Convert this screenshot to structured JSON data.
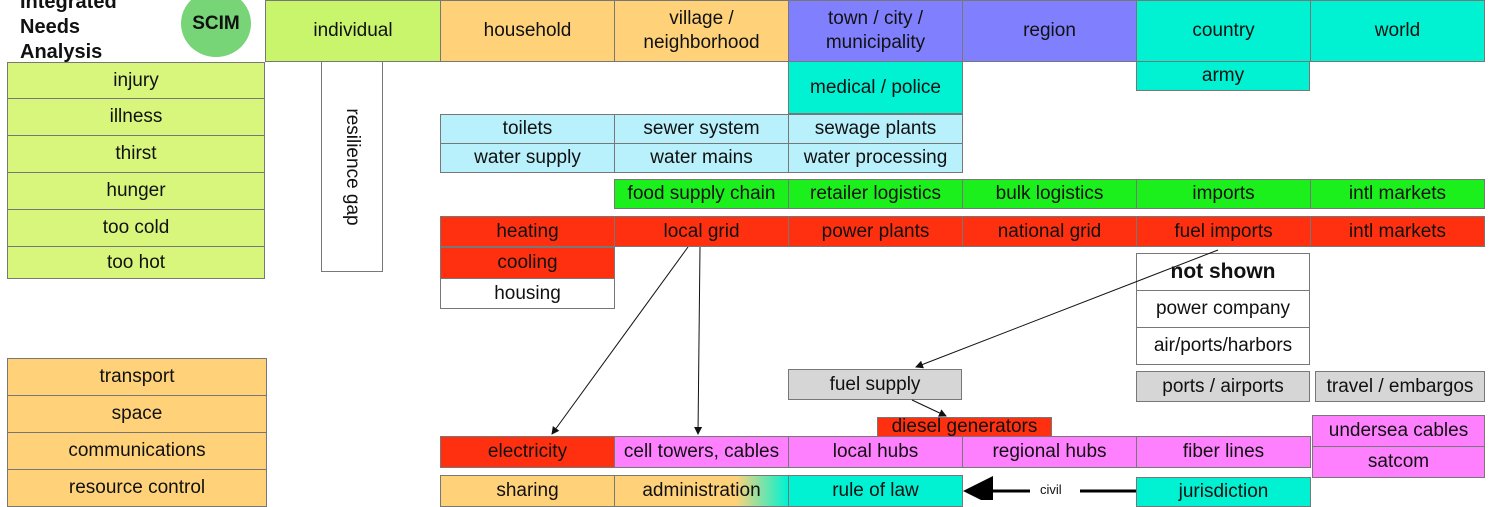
{
  "title": [
    "Integrated",
    "Needs",
    "Analysis"
  ],
  "badge": "SCIM",
  "columns": [
    "individual",
    "household",
    "village / neighborhood",
    "town / city / municipality",
    "region",
    "country",
    "world"
  ],
  "needs": [
    "injury",
    "illness",
    "thirst",
    "hunger",
    "too cold",
    "too hot"
  ],
  "resources": [
    "transport",
    "space",
    "communications",
    "resource control"
  ],
  "resilience_gap": "resilience gap",
  "medical": {
    "army": "army",
    "medical_police": "medical / police"
  },
  "water": {
    "toilets": "toilets",
    "sewer_system": "sewer system",
    "sewage_plants": "sewage plants",
    "water_supply": "water supply",
    "water_mains": "water mains",
    "water_processing": "water processing"
  },
  "food": [
    "food supply chain",
    "retailer logistics",
    "bulk logistics",
    "imports",
    "intl markets"
  ],
  "energy": [
    "heating",
    "local grid",
    "power plants",
    "national grid",
    "fuel imports",
    "intl markets"
  ],
  "cooling": "cooling",
  "housing": "housing",
  "not_shown": {
    "title": "not shown",
    "items": [
      "power company",
      "air/ports/harbors"
    ]
  },
  "fuel_supply": "fuel supply",
  "ports_airports": "ports / airports",
  "travel_embargos": "travel / embargos",
  "diesel": "diesel generators",
  "comms": [
    "electricity",
    "cell towers, cables",
    "local hubs",
    "regional hubs",
    "fiber lines"
  ],
  "undersea_cables": "undersea cables",
  "satcom": "satcom",
  "bottom": {
    "sharing": "sharing",
    "administration": "administration",
    "rule_of_law": "rule of law",
    "civil": "civil",
    "jurisdiction": "jurisdiction"
  },
  "colors": {
    "lime": "#c8f56b",
    "orange": "#ffd27a",
    "purple": "#8080ff",
    "cyan": "#00f2d2",
    "lightblue": "#b8f0fb",
    "green": "#1cf01c",
    "red": "#ff3010",
    "gray": "#d6d6d6",
    "pink": "#ff80ff",
    "needs": "#d8f57c"
  }
}
